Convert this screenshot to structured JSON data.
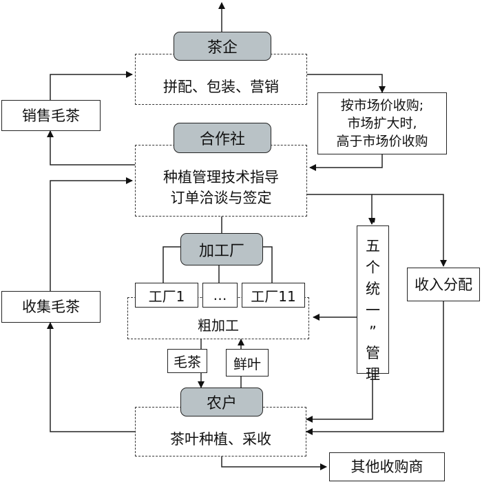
{
  "nodes": {
    "tea_company": "茶企",
    "tea_company_tasks": "拼配、包装、营销",
    "market_purchase_lines": [
      "按市场价收购;",
      "市场扩大时,",
      "高于市场价收购"
    ],
    "sell_tea": "销售毛茶",
    "cooperative": "合作社",
    "coop_tasks_lines": [
      "种植管理技术指导",
      "订单洽谈与签定"
    ],
    "processing_plant": "加工厂",
    "factory_1": "工厂1",
    "factory_dots": "…",
    "factory_11": "工厂11",
    "coarse_processing": "粗加工",
    "five_unified_chars": [
      "“",
      "五",
      "个",
      "统",
      "一",
      "”",
      "管",
      "理"
    ],
    "income_distribution": "收入分配",
    "collect_tea": "收集毛茶",
    "raw_tea_label": "毛茶",
    "fresh_leaf_label": "鲜叶",
    "farmer": "农户",
    "farmer_tasks": "茶叶种植、采收",
    "other_buyers": "其他收购商"
  }
}
